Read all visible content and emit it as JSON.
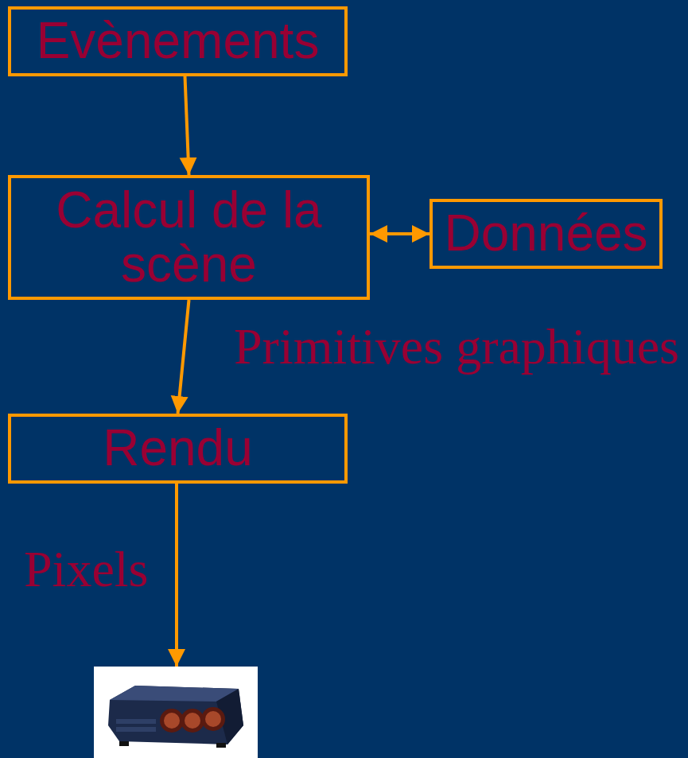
{
  "diagram": {
    "nodes": [
      {
        "text": [
          "Evènements"
        ]
      },
      {
        "text": [
          "Calcul de la scène"
        ]
      },
      {
        "text": [
          "Données"
        ]
      },
      {
        "text": [
          "Rendu"
        ]
      }
    ],
    "edges": [
      {
        "from": 0,
        "to": 1,
        "arrow": "to"
      },
      {
        "from": 1,
        "to": 2,
        "arrow": "both"
      },
      {
        "from": 1,
        "to": 3,
        "label": "Primitives graphiques",
        "arrow": "to"
      }
    ],
    "labels": [
      "Pixels"
    ]
  }
}
